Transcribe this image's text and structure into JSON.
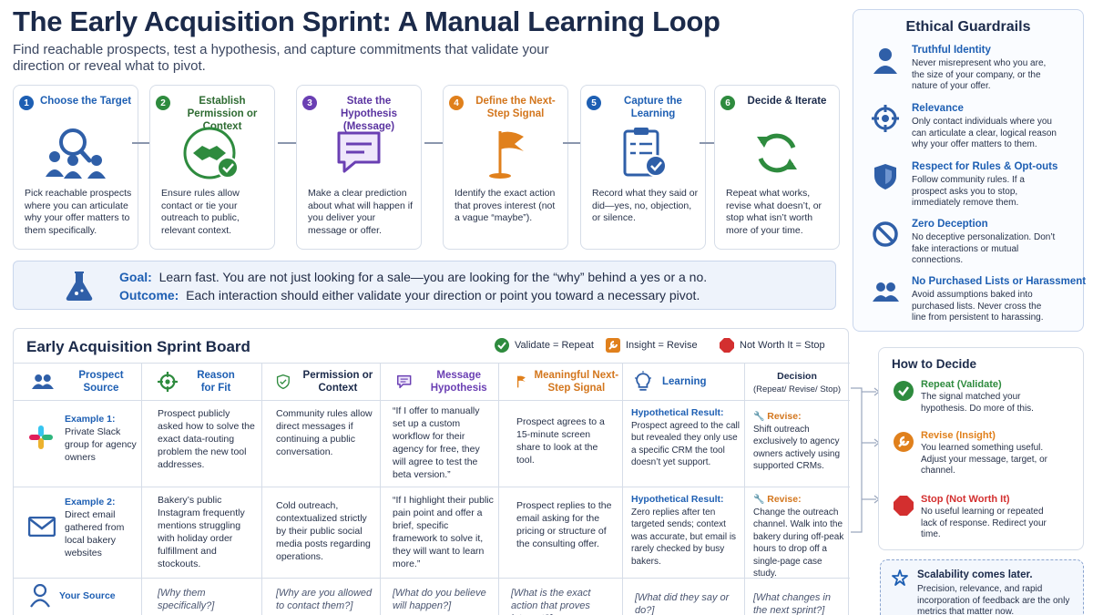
{
  "header": {
    "title": "The Early Acquisition Sprint: A Manual Learning Loop",
    "subtitle": "Find reachable prospects, test a hypothesis, and capture commitments that validate your direction or reveal what to pivot."
  },
  "steps": [
    {
      "num": "1",
      "title": "Choose the Target",
      "desc": "Pick reachable prospects where you can articulate why your offer matters to them specifically.",
      "color": "#1e5fb3",
      "icon": "people-search-icon"
    },
    {
      "num": "2",
      "title": "Establish Permission or Context",
      "desc": "Ensure rules allow contact or tie your outreach to public, relevant context.",
      "color": "#2e8b3e",
      "icon": "handshake-icon"
    },
    {
      "num": "3",
      "title": "State the Hypothesis (Message)",
      "desc": "Make a clear prediction about what will happen if you deliver your message or offer.",
      "color": "#6a3fb3",
      "icon": "message-icon"
    },
    {
      "num": "4",
      "title": "Define the Next-Step Signal",
      "desc": "Identify the exact action that proves interest (not a vague “maybe”).",
      "color": "#e0801c",
      "icon": "flag-icon"
    },
    {
      "num": "5",
      "title": "Capture the Learning",
      "desc": "Record what they said or did—yes, no, objection, or silence.",
      "color": "#1e5fb3",
      "icon": "clipboard-check-icon"
    },
    {
      "num": "6",
      "title": "Decide & Iterate",
      "desc": "Repeat what works, revise what doesn’t, or stop what isn’t worth more of your time.",
      "color": "#2e8b3e",
      "icon": "cycle-icon"
    }
  ],
  "goal": {
    "goal_label": "Goal:",
    "goal_text": "Learn fast.  You are not just looking for a sale—you are looking for the “why” behind a yes or a no.",
    "outcome_label": "Outcome:",
    "outcome_text": "Each interaction should either validate your direction or point you toward a necessary pivot."
  },
  "guardrails": {
    "title": "Ethical Guardrails",
    "items": [
      {
        "name": "Truthful Identity",
        "desc": "Never misrepresent who you are, the size of your company, or the nature of your offer.",
        "icon": "person-icon"
      },
      {
        "name": "Relevance",
        "desc": "Only contact individuals where you can articulate a clear, logical reason why your offer matters to them.",
        "icon": "target-icon"
      },
      {
        "name": "Respect for Rules & Opt-outs",
        "desc": "Follow community rules. If a prospect asks you to stop, immediately remove them.",
        "icon": "shield-icon"
      },
      {
        "name": "Zero Deception",
        "desc": "No deceptive personalization. Don’t fake interactions or mutual connections.",
        "icon": "no-icon"
      },
      {
        "name": "No Purchased Lists or Harassment",
        "desc": "Avoid assumptions baked into purchased lists. Never cross the line from persistent to harassing.",
        "icon": "group-icon"
      }
    ]
  },
  "board": {
    "title": "Early Acquisition Sprint Board",
    "legend": [
      {
        "label": "Validate = Repeat",
        "color": "#2e8b3e",
        "icon": "check-circle-icon"
      },
      {
        "label": "Insight = Revise",
        "color": "#e0801c",
        "icon": "wrench-icon"
      },
      {
        "label": "Not Worth It = Stop",
        "color": "#d32f2f",
        "icon": "stop-icon"
      }
    ],
    "columns": [
      {
        "label": "Prospect Source",
        "color": "#1e5fb3"
      },
      {
        "label": "Reason for Fit",
        "color": "#1e5fb3"
      },
      {
        "label": "Permission or Context",
        "color": "#1b2a4a"
      },
      {
        "label": "Message Hypothesis",
        "color": "#6a3fb3"
      },
      {
        "label": "Meaningful Next-Step Signal",
        "color": "#d3761d"
      },
      {
        "label": "Learning",
        "color": "#1e5fb3"
      },
      {
        "label": "Decision",
        "sub": "(Repeat/ Revise/ Stop)",
        "color": "#1b2a4a"
      }
    ],
    "rows": [
      {
        "source_label": "Example 1:",
        "source_text": "Private Slack group for agency owners",
        "reason": "Prospect publicly asked how to solve the exact data-routing problem the new tool addresses.",
        "permission": "Community rules allow direct messages if continuing a public conversation.",
        "message": "“If I offer to manually set up a custom workflow for their agency for free, they will agree to test the beta version.”",
        "signal": "Prospect agrees to a 15-minute screen share to look at the tool.",
        "learning_title": "Hypothetical Result:",
        "learning": "Prospect agreed to the call but revealed they only use a specific CRM the tool doesn’t yet support.",
        "decision_label": "Revise:",
        "decision": "Shift outreach exclusively to agency owners actively using supported CRMs."
      },
      {
        "source_label": "Example 2:",
        "source_text": "Direct email gathered from local bakery websites",
        "reason": "Bakery’s public Instagram frequently mentions struggling with holiday order fulfillment and stockouts.",
        "permission": "Cold outreach, contextualized strictly by their public social media posts regarding operations.",
        "message": "“If I highlight their public pain point and offer a brief, specific framework to solve it, they will want to learn more.”",
        "signal": "Prospect replies to the email asking for the pricing or structure of the consulting offer.",
        "learning_title": "Hypothetical Result:",
        "learning": "Zero replies after ten targeted sends; context was accurate, but email is rarely checked by busy bakers.",
        "decision_label": "Revise:",
        "decision": "Change the outreach channel. Walk into the bakery during off-peak hours to drop off a single-page case study."
      },
      {
        "source_label": "Your Source",
        "reason": "[Why them specifically?]",
        "permission": "[Why are you allowed to contact them?]",
        "message": "[What do you believe will happen?]",
        "signal": "[What is the exact action that proves interest?]",
        "learning": "[What did they say or do?]",
        "decision": "[What changes in the next sprint?]"
      }
    ]
  },
  "decide": {
    "title": "How to Decide",
    "items": [
      {
        "name": "Repeat (Validate)",
        "desc": "The signal matched your hypothesis. Do more of this.",
        "color": "#2e8b3e"
      },
      {
        "name": "Revise (Insight)",
        "desc": "You learned something useful. Adjust your message, target, or channel.",
        "color": "#e0801c"
      },
      {
        "name": "Stop (Not Worth It)",
        "desc": "No useful learning or repeated lack of response.  Redirect your time.",
        "color": "#d32f2f"
      }
    ]
  },
  "scale": {
    "title": "Scalability comes later.",
    "desc": "Precision, relevance, and rapid incorporation of feedback are the only metrics that matter now."
  }
}
